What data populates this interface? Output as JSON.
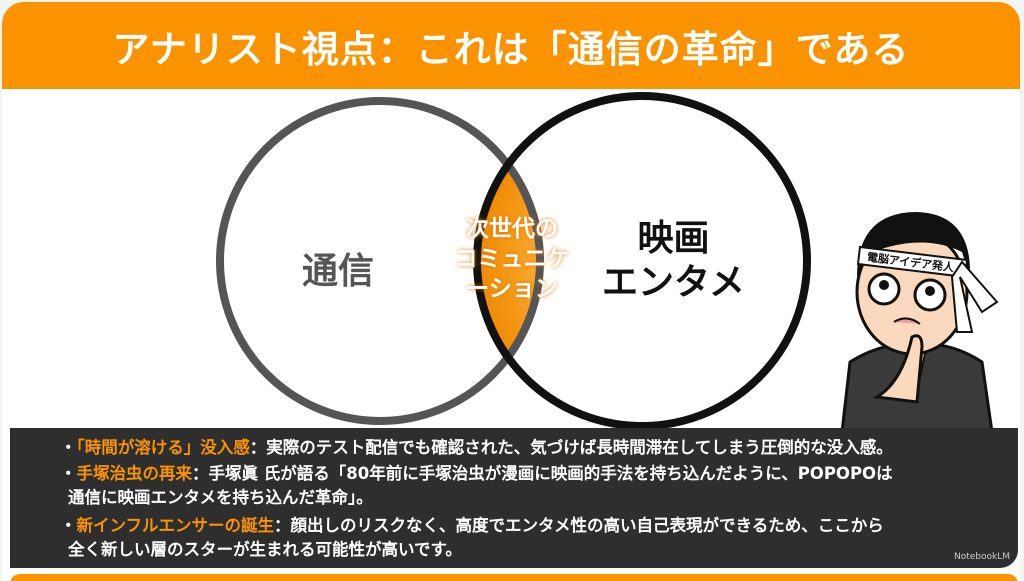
{
  "title": "アナリスト視点：これは「通信の革命」である",
  "venn": {
    "left": "通信",
    "right_line1": "映画",
    "right_line2": "エンタメ",
    "center_line1": "次世代の",
    "center_line2": "コミュニケ",
    "center_line3": "ーション"
  },
  "character": {
    "headband": "電脳アイデア発人"
  },
  "bullets": [
    {
      "bullet": "・",
      "highlight": "「時間が溶ける」没入感",
      "text": "：実際のテスト配信でも確認された、気づけば長時間滞在してしまう圧倒的な没入感。"
    },
    {
      "bullet": "・",
      "highlight": "手塚治虫の再来",
      "text": "：手塚眞 氏が語る「80年前に手塚治虫が漫画に映画的手法を持ち込んだように、POPOPOは",
      "text2": "通信に映画エンタメを持ち込んだ革命」。"
    },
    {
      "bullet": "・",
      "highlight": "新インフルエンサーの誕生",
      "text": "：顔出しのリスクなく、高度でエンタメ性の高い自己表現ができるため、ここから",
      "text2": "全く新しい層のスターが生まれる可能性が高いです。"
    }
  ],
  "watermark": "NotebookLM",
  "colors": {
    "accent": "#fb9300",
    "panel": "#2e2e2e"
  }
}
